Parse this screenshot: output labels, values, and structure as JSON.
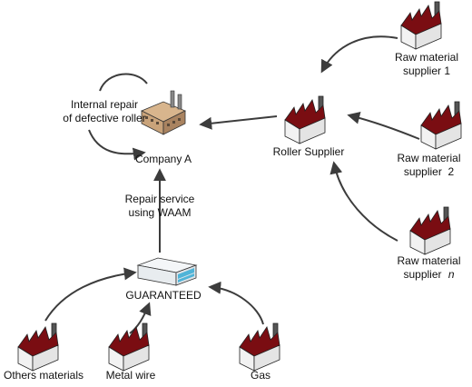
{
  "nodes": {
    "company_a": "Company A",
    "internal_repair": [
      "Internal repair",
      "of defective roller"
    ],
    "roller_supplier": "Roller Supplier",
    "raw1": [
      "Raw material",
      "supplier 1"
    ],
    "raw2": [
      "Raw material",
      "supplier  2"
    ],
    "rawn": [
      "Raw material",
      "supplier",
      "n"
    ],
    "repair_service": [
      "Repair service",
      "using WAAM"
    ],
    "guaranteed": "GUARANTEED",
    "others_materials": "Others materials",
    "metal_wire": "Metal wire",
    "gas": "Gas"
  },
  "colors": {
    "arrow": "#3c3c3c",
    "factory_roof": "#7a0d12",
    "factory_wall": "#f2f2f2",
    "factory_outline": "#222222",
    "chimney": "#555555",
    "building": "#c9a37a",
    "machine_accent": "#4fb4d8"
  },
  "icons": [
    "factory-icon",
    "company-building-icon",
    "waam-machine-icon"
  ]
}
